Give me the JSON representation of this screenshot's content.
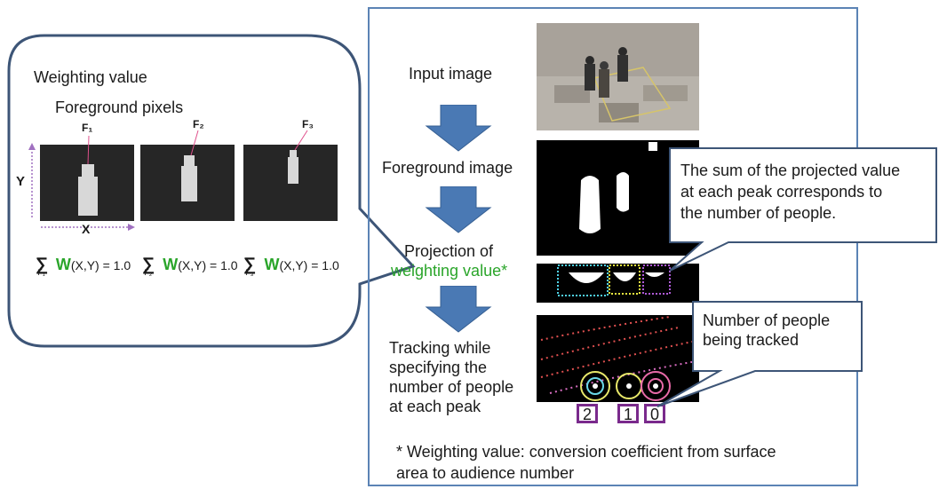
{
  "left_panel": {
    "title": "Weighting value",
    "subtitle": "Foreground pixels",
    "figures": [
      {
        "label": "F₁"
      },
      {
        "label": "F₂"
      },
      {
        "label": "F₃"
      }
    ],
    "axis_y": "Y",
    "axis_x": "X",
    "formulas": [
      {
        "sigma": "∑",
        "sub": "F₁",
        "w": "W",
        "rest": "(X,Y) = 1.0"
      },
      {
        "sigma": "∑",
        "sub": "F₂",
        "w": "W",
        "rest": "(X,Y) = 1.0"
      },
      {
        "sigma": "∑",
        "sub": "F₃",
        "w": "W",
        "rest": "(X,Y) = 1.0"
      }
    ]
  },
  "steps": {
    "input": "Input image",
    "foreground": "Foreground image",
    "projection_line1": "Projection of",
    "projection_line2": "weighting value*",
    "tracking": [
      "Tracking while",
      "specifying the",
      "number of people",
      "at each peak"
    ]
  },
  "callouts": {
    "sum": [
      "The sum of the projected value",
      "at each peak corresponds to",
      "the number of people."
    ],
    "tracked": [
      "Number of people",
      "being tracked"
    ]
  },
  "counts": [
    "2",
    "1",
    "0"
  ],
  "footnote": [
    "* Weighting value: conversion coefficient from surface",
    "area to audience number"
  ],
  "colors": {
    "frame": "#5b83b5",
    "arrow": "#4a79b4",
    "green": "#2aa52a",
    "count_box": "#7a2a8c",
    "pink_arrow": "#e0508c"
  }
}
